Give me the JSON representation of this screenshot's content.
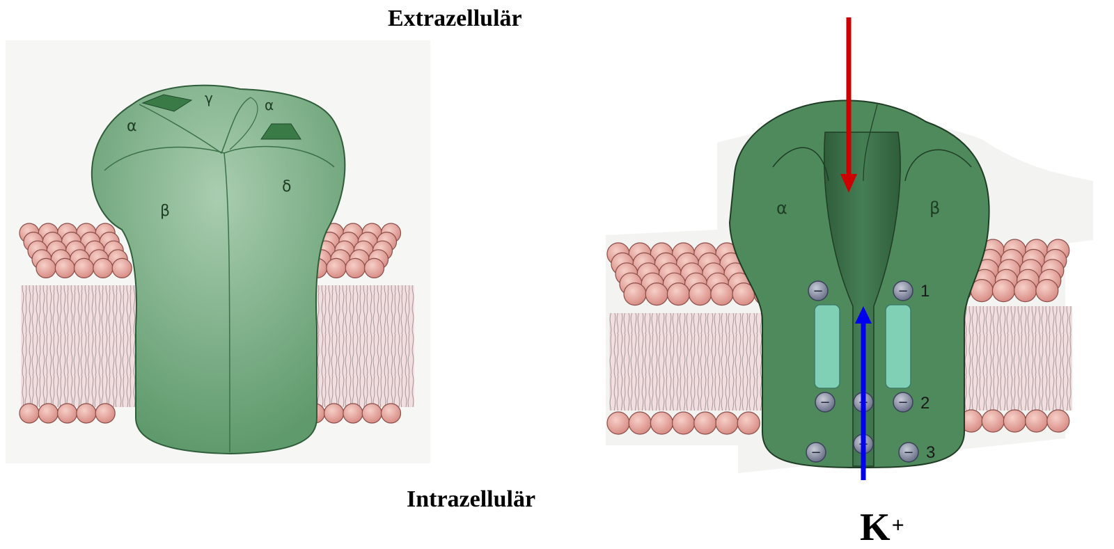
{
  "labels": {
    "extracellular": "Extrazellulär",
    "intracellular": "Intrazellulär",
    "ion": "K",
    "ion_charge": "+"
  },
  "left_channel": {
    "subunits": {
      "alpha1": "α",
      "alpha2": "α",
      "gamma": "γ",
      "beta": "β",
      "delta": "δ"
    }
  },
  "right_channel": {
    "subunits": {
      "alpha": "α",
      "beta": "β"
    },
    "sites": [
      "1",
      "2",
      "3"
    ],
    "charge_symbol": "−"
  },
  "colors": {
    "channel_green": "#5f9a6c",
    "channel_dark_green": "#3d7149",
    "lipid_head": "#e8a8a0",
    "inward_arrow": "#cc0000",
    "outward_arrow": "#0000ee",
    "helix": "#7fd0b4"
  }
}
